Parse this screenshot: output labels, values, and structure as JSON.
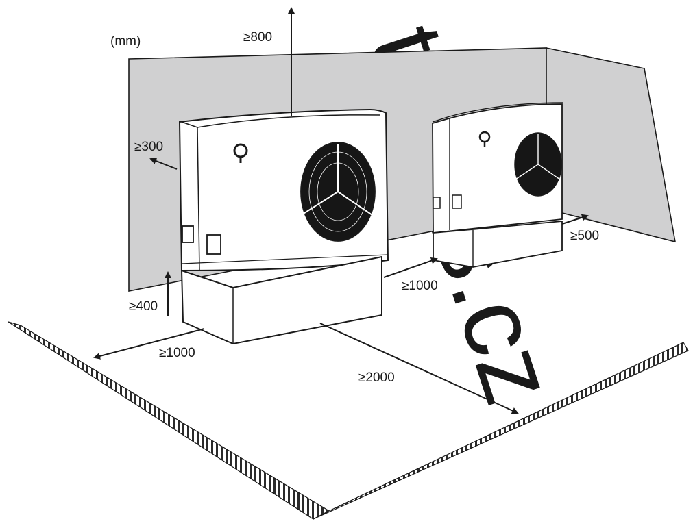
{
  "diagram": {
    "unit_label": "(mm)",
    "clearances": {
      "top": "≥800",
      "side": "≥300",
      "bottom": "≥400",
      "between_units": "≥1000",
      "right_wall": "≥500",
      "front": "≥1000",
      "front_far": "≥2000"
    },
    "watermark": "tratas.cz"
  },
  "colors": {
    "wall": "#d0d0d1",
    "outline": "#1a1a1a",
    "unit_body": "#ffffff",
    "fan": "#161616",
    "watermark": "#f2f2f2"
  },
  "icons": {
    "fan": "fan-icon",
    "logo": "brand-logo-icon",
    "panel_handle": "panel-handle-icon"
  }
}
